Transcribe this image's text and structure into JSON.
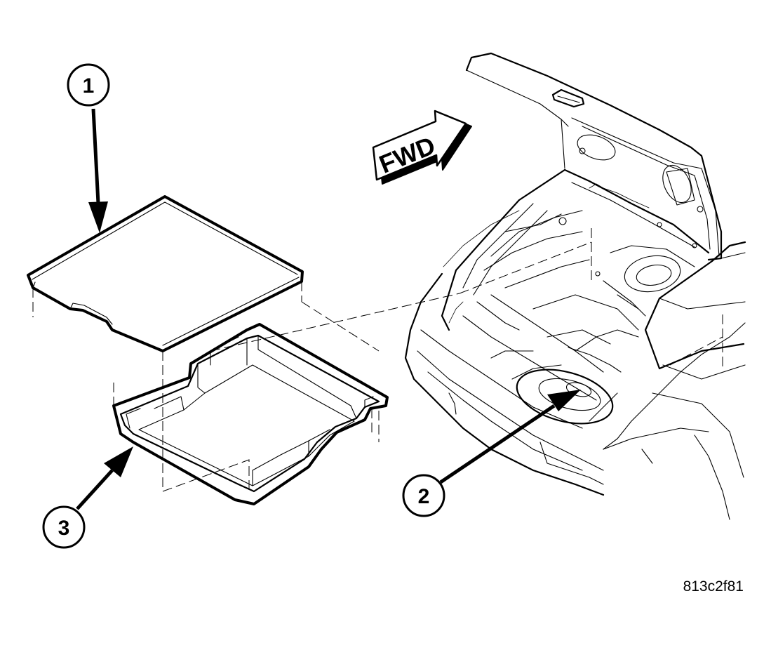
{
  "callouts": [
    {
      "label": "1"
    },
    {
      "label": "2"
    },
    {
      "label": "3"
    }
  ],
  "direction_arrow": {
    "label": "FWD"
  },
  "figure_id": "813c2f81",
  "parts": {
    "panel": "load-floor-panel",
    "tray": "cargo-tray",
    "vehicle": "vehicle-rear-cargo-area"
  },
  "colors": {
    "line": "#000000",
    "background": "#ffffff"
  }
}
